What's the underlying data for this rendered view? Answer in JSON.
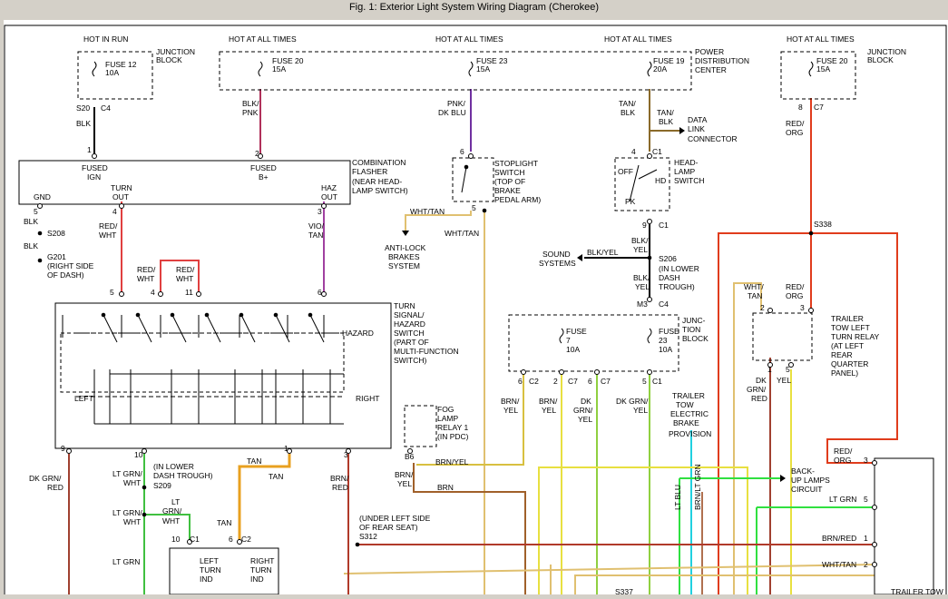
{
  "window": {
    "title": "Fig. 1: Exterior Light System Wiring Diagram (Cherokee)"
  },
  "colors": {
    "BLK": "#000000",
    "BLK/PNK": "#b0305a",
    "PNK/DK BLU": "#7030a0",
    "TAN/BLK": "#8a6a2a",
    "RED/ORG": "#e03c1c",
    "WHT/TAN": "#e0c070",
    "RED/WHT": "#e04040",
    "VIO/TAN": "#a040a0",
    "TAN": "#e8a020",
    "LT GRN/WHT": "#40c040",
    "DK GRN/RED": "#a04030",
    "BRN/RED": "#b03a2a",
    "BRN/YEL": "#e0a030",
    "BRN": "#a0602a",
    "DK GRN/YEL": "#90d040",
    "BRN/YEL_2": "#d8c040",
    "LT BLU": "#20d0e0",
    "LT GRN": "#30e040",
    "YEL": "#e8e040",
    "BRN/LT GRN": "#b07050",
    "GRID": "#444444"
  },
  "labels": [
    {
      "id": "l1",
      "text": "HOT IN RUN"
    },
    {
      "id": "l2",
      "text": "JUNCTION"
    },
    {
      "id": "l3",
      "text": "BLOCK"
    },
    {
      "id": "l4",
      "text": "FUSE 12"
    },
    {
      "id": "l5",
      "text": "10A"
    },
    {
      "id": "l6",
      "text": "S20"
    },
    {
      "id": "l7",
      "text": "C4"
    },
    {
      "id": "l8",
      "text": "BLK"
    },
    {
      "id": "l9",
      "text": "1"
    },
    {
      "id": "l10",
      "text": "HOT AT ALL TIMES"
    },
    {
      "id": "l11",
      "text": "HOT AT ALL TIMES"
    },
    {
      "id": "l12",
      "text": "HOT AT ALL TIMES"
    },
    {
      "id": "l13",
      "text": "FUSE 20"
    },
    {
      "id": "l14",
      "text": "15A"
    },
    {
      "id": "l15",
      "text": "FUSE 23"
    },
    {
      "id": "l16",
      "text": "15A"
    },
    {
      "id": "l17",
      "text": "FUSE 19"
    },
    {
      "id": "l18",
      "text": "20A"
    },
    {
      "id": "l19",
      "text": "POWER"
    },
    {
      "id": "l20",
      "text": "DISTRIBUTION"
    },
    {
      "id": "l21",
      "text": "CENTER"
    },
    {
      "id": "l22",
      "text": "BLK/"
    },
    {
      "id": "l23",
      "text": "PNK"
    },
    {
      "id": "l24",
      "text": "PNK/"
    },
    {
      "id": "l25",
      "text": "DK BLU"
    },
    {
      "id": "l26",
      "text": "TAN/"
    },
    {
      "id": "l27",
      "text": "BLK"
    },
    {
      "id": "l28",
      "text": "TAN/"
    },
    {
      "id": "l29",
      "text": "BLK"
    },
    {
      "id": "l30",
      "text": "DATA"
    },
    {
      "id": "l31",
      "text": "LINK"
    },
    {
      "id": "l32",
      "text": "CONNECTOR"
    },
    {
      "id": "l33",
      "text": "HOT AT ALL TIMES"
    },
    {
      "id": "l34",
      "text": "JUNCTION"
    },
    {
      "id": "l35",
      "text": "BLOCK"
    },
    {
      "id": "l36",
      "text": "FUSE 20"
    },
    {
      "id": "l37",
      "text": "15A"
    },
    {
      "id": "l38",
      "text": "8"
    },
    {
      "id": "l39",
      "text": "C7"
    },
    {
      "id": "l40",
      "text": "RED/"
    },
    {
      "id": "l41",
      "text": "ORG"
    },
    {
      "id": "l42",
      "text": "S338"
    },
    {
      "id": "l43",
      "text": "FUSED"
    },
    {
      "id": "l44",
      "text": "IGN"
    },
    {
      "id": "l45",
      "text": "2"
    },
    {
      "id": "l46",
      "text": "FUSED"
    },
    {
      "id": "l47",
      "text": "B+"
    },
    {
      "id": "l48",
      "text": "COMBINATION"
    },
    {
      "id": "l49",
      "text": "FLASHER"
    },
    {
      "id": "l50",
      "text": "(NEAR HEAD-"
    },
    {
      "id": "l51",
      "text": "LAMP SWITCH)"
    },
    {
      "id": "l52",
      "text": "GND"
    },
    {
      "id": "l53",
      "text": "TURN"
    },
    {
      "id": "l54",
      "text": "OUT"
    },
    {
      "id": "l55",
      "text": "HAZ"
    },
    {
      "id": "l56",
      "text": "OUT"
    },
    {
      "id": "l57",
      "text": "5"
    },
    {
      "id": "l58",
      "text": "4"
    },
    {
      "id": "l59",
      "text": "3"
    },
    {
      "id": "l60",
      "text": "BLK"
    },
    {
      "id": "l61",
      "text": "S208"
    },
    {
      "id": "l62",
      "text": "BLK"
    },
    {
      "id": "l63",
      "text": "G201"
    },
    {
      "id": "l64",
      "text": "(RIGHT SIDE"
    },
    {
      "id": "l65",
      "text": "OF DASH)"
    },
    {
      "id": "l66",
      "text": "RED/"
    },
    {
      "id": "l67",
      "text": "WHT"
    },
    {
      "id": "l68",
      "text": "VIO/"
    },
    {
      "id": "l69",
      "text": "TAN"
    },
    {
      "id": "l70",
      "text": "RED/"
    },
    {
      "id": "l71",
      "text": "WHT"
    },
    {
      "id": "l72",
      "text": "RED/"
    },
    {
      "id": "l73",
      "text": "WHT"
    },
    {
      "id": "l74",
      "text": "5"
    },
    {
      "id": "l75",
      "text": "4"
    },
    {
      "id": "l76",
      "text": "11"
    },
    {
      "id": "l77",
      "text": "6"
    },
    {
      "id": "l78",
      "text": "6"
    },
    {
      "id": "l79",
      "text": "STOPLIGHT"
    },
    {
      "id": "l80",
      "text": "SWITCH"
    },
    {
      "id": "l81",
      "text": "(TOP OF"
    },
    {
      "id": "l82",
      "text": "BRAKE"
    },
    {
      "id": "l83",
      "text": "PEDAL ARM)"
    },
    {
      "id": "l84",
      "text": "5"
    },
    {
      "id": "l85",
      "text": "WHT/TAN"
    },
    {
      "id": "l86",
      "text": "WHT/TAN"
    },
    {
      "id": "l87",
      "text": "ANTI-LOCK"
    },
    {
      "id": "l88",
      "text": "BRAKES"
    },
    {
      "id": "l89",
      "text": "SYSTEM"
    },
    {
      "id": "l90",
      "text": "4"
    },
    {
      "id": "l91",
      "text": "C1"
    },
    {
      "id": "l92",
      "text": "OFF"
    },
    {
      "id": "l93",
      "text": "HEAD-"
    },
    {
      "id": "l94",
      "text": "LAMP"
    },
    {
      "id": "l95",
      "text": "SWITCH"
    },
    {
      "id": "l96",
      "text": "HD"
    },
    {
      "id": "l97",
      "text": "PK"
    },
    {
      "id": "l98",
      "text": "9"
    },
    {
      "id": "l99",
      "text": "C1"
    },
    {
      "id": "l100",
      "text": "BLK/"
    },
    {
      "id": "l101",
      "text": "YEL"
    },
    {
      "id": "l102",
      "text": "SOUND"
    },
    {
      "id": "l103",
      "text": "SYSTEMS"
    },
    {
      "id": "l104",
      "text": "BLK/YEL"
    },
    {
      "id": "l105",
      "text": "S206"
    },
    {
      "id": "l106",
      "text": "(IN LOWER"
    },
    {
      "id": "l107",
      "text": "DASH"
    },
    {
      "id": "l108",
      "text": "TROUGH)"
    },
    {
      "id": "l109",
      "text": "BLK/"
    },
    {
      "id": "l110",
      "text": "YEL"
    },
    {
      "id": "l111",
      "text": "M3"
    },
    {
      "id": "l112",
      "text": "C4"
    },
    {
      "id": "l113",
      "text": "TURN"
    },
    {
      "id": "l114",
      "text": "SIGNAL/"
    },
    {
      "id": "l115",
      "text": "HAZARD"
    },
    {
      "id": "l116",
      "text": "SWITCH"
    },
    {
      "id": "l117",
      "text": "(PART OF"
    },
    {
      "id": "l118",
      "text": "MULTI-FUNCTION"
    },
    {
      "id": "l119",
      "text": "SWITCH)"
    },
    {
      "id": "l120",
      "text": "HAZARD"
    },
    {
      "id": "l121",
      "text": "LEFT"
    },
    {
      "id": "l122",
      "text": "RIGHT"
    },
    {
      "id": "l123",
      "text": "FUSE"
    },
    {
      "id": "l124",
      "text": "7"
    },
    {
      "id": "l125",
      "text": "10A"
    },
    {
      "id": "l126",
      "text": "FUSE"
    },
    {
      "id": "l127",
      "text": "23"
    },
    {
      "id": "l128",
      "text": "10A"
    },
    {
      "id": "l129",
      "text": "JUNC-"
    },
    {
      "id": "l130",
      "text": "TION"
    },
    {
      "id": "l131",
      "text": "BLOCK"
    },
    {
      "id": "l132",
      "text": "6"
    },
    {
      "id": "l133",
      "text": "C2"
    },
    {
      "id": "l134",
      "text": "2"
    },
    {
      "id": "l135",
      "text": "C7"
    },
    {
      "id": "l136",
      "text": "6"
    },
    {
      "id": "l137",
      "text": "C7"
    },
    {
      "id": "l138",
      "text": "5"
    },
    {
      "id": "l139",
      "text": "C1"
    },
    {
      "id": "l140",
      "text": "BRN/"
    },
    {
      "id": "l141",
      "text": "YEL"
    },
    {
      "id": "l142",
      "text": "BRN/"
    },
    {
      "id": "l143",
      "text": "YEL"
    },
    {
      "id": "l144",
      "text": "DK"
    },
    {
      "id": "l145",
      "text": "GRN/"
    },
    {
      "id": "l146",
      "text": "YEL"
    },
    {
      "id": "l147",
      "text": "DK GRN/"
    },
    {
      "id": "l148",
      "text": "YEL"
    },
    {
      "id": "l149",
      "text": "TRAILER"
    },
    {
      "id": "l150",
      "text": "TOW"
    },
    {
      "id": "l151",
      "text": "ELECTRIC"
    },
    {
      "id": "l152",
      "text": "BRAKE"
    },
    {
      "id": "l153",
      "text": "PROVISION"
    },
    {
      "id": "l154",
      "text": "WHT/"
    },
    {
      "id": "l155",
      "text": "TAN"
    },
    {
      "id": "l156",
      "text": "RED/"
    },
    {
      "id": "l157",
      "text": "ORG"
    },
    {
      "id": "l158",
      "text": "2"
    },
    {
      "id": "l159",
      "text": "3"
    },
    {
      "id": "l160",
      "text": "TRAILER"
    },
    {
      "id": "l161",
      "text": "TOW LEFT"
    },
    {
      "id": "l162",
      "text": "TURN RELAY"
    },
    {
      "id": "l163",
      "text": "(AT LEFT"
    },
    {
      "id": "l164",
      "text": "REAR"
    },
    {
      "id": "l165",
      "text": "QUARTER"
    },
    {
      "id": "l166",
      "text": "PANEL)"
    },
    {
      "id": "l167",
      "text": "1"
    },
    {
      "id": "l168",
      "text": "5"
    },
    {
      "id": "l169",
      "text": "DK"
    },
    {
      "id": "l170",
      "text": "GRN/"
    },
    {
      "id": "l171",
      "text": "RED"
    },
    {
      "id": "l172",
      "text": "YEL"
    },
    {
      "id": "l173",
      "text": "FOG"
    },
    {
      "id": "l174",
      "text": "LAMP"
    },
    {
      "id": "l175",
      "text": "RELAY 1"
    },
    {
      "id": "l176",
      "text": "(IN PDC)"
    },
    {
      "id": "l177",
      "text": "B6"
    },
    {
      "id": "l178",
      "text": "BRN/YEL"
    },
    {
      "id": "l179",
      "text": "BRN/"
    },
    {
      "id": "l180",
      "text": "YEL"
    },
    {
      "id": "l181",
      "text": "BRN"
    },
    {
      "id": "l182",
      "text": "9"
    },
    {
      "id": "l183",
      "text": "10"
    },
    {
      "id": "l184",
      "text": "1"
    },
    {
      "id": "l185",
      "text": "3"
    },
    {
      "id": "l186",
      "text": "DK GRN/"
    },
    {
      "id": "l187",
      "text": "RED"
    },
    {
      "id": "l188",
      "text": "LT GRN/"
    },
    {
      "id": "l189",
      "text": "WHT"
    },
    {
      "id": "l190",
      "text": "(IN LOWER"
    },
    {
      "id": "l191",
      "text": "DASH TROUGH)"
    },
    {
      "id": "l192",
      "text": "S209"
    },
    {
      "id": "l193",
      "text": "TAN"
    },
    {
      "id": "l194",
      "text": "TAN"
    },
    {
      "id": "l195",
      "text": "BRN/"
    },
    {
      "id": "l196",
      "text": "RED"
    },
    {
      "id": "l197",
      "text": "LT GRN/"
    },
    {
      "id": "l198",
      "text": "WHT"
    },
    {
      "id": "l199",
      "text": "LT"
    },
    {
      "id": "l200",
      "text": "GRN/"
    },
    {
      "id": "l201",
      "text": "WHT"
    },
    {
      "id": "l202",
      "text": "TAN"
    },
    {
      "id": "l203",
      "text": "LT GRN"
    },
    {
      "id": "l204",
      "text": "10"
    },
    {
      "id": "l205",
      "text": "C1"
    },
    {
      "id": "l206",
      "text": "6"
    },
    {
      "id": "l207",
      "text": "C2"
    },
    {
      "id": "l208",
      "text": "LEFT"
    },
    {
      "id": "l209",
      "text": "TURN"
    },
    {
      "id": "l210",
      "text": "IND"
    },
    {
      "id": "l211",
      "text": "RIGHT"
    },
    {
      "id": "l212",
      "text": "TURN"
    },
    {
      "id": "l213",
      "text": "IND"
    },
    {
      "id": "l214",
      "text": "(UNDER LEFT SIDE"
    },
    {
      "id": "l215",
      "text": "OF REAR SEAT)"
    },
    {
      "id": "l216",
      "text": "S312"
    },
    {
      "id": "l217",
      "text": "LT BLU"
    },
    {
      "id": "l218",
      "text": "BRN/LT GRN"
    },
    {
      "id": "l219",
      "text": "S337"
    },
    {
      "id": "l220",
      "text": "BACK-"
    },
    {
      "id": "l221",
      "text": "UP LAMPS"
    },
    {
      "id": "l222",
      "text": "CIRCUIT"
    },
    {
      "id": "l223",
      "text": "RED/"
    },
    {
      "id": "l224",
      "text": "ORG"
    },
    {
      "id": "l225",
      "text": "3"
    },
    {
      "id": "l226",
      "text": "LT GRN"
    },
    {
      "id": "l227",
      "text": "5"
    },
    {
      "id": "l228",
      "text": "BRN/RED"
    },
    {
      "id": "l229",
      "text": "1"
    },
    {
      "id": "l230",
      "text": "WHT/TAN"
    },
    {
      "id": "l231",
      "text": "2"
    },
    {
      "id": "l232",
      "text": "TRAILER TOW"
    }
  ]
}
